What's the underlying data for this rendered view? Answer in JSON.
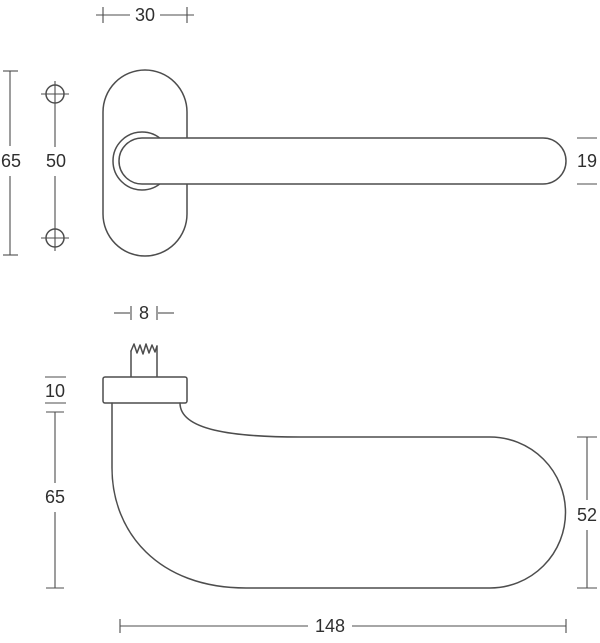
{
  "drawing": {
    "colors": {
      "line": "#4d4d4d",
      "text": "#2f2f2f",
      "background": "#ffffff"
    },
    "front_view": {
      "rosette_width": "30",
      "rosette_height": "65",
      "screw_hole_spacing": "50",
      "lever_profile_height": "19"
    },
    "side_view": {
      "spindle_width": "8",
      "rosette_thickness": "10",
      "handle_height": "65",
      "grip_end_height": "52",
      "overall_length": "148"
    }
  }
}
